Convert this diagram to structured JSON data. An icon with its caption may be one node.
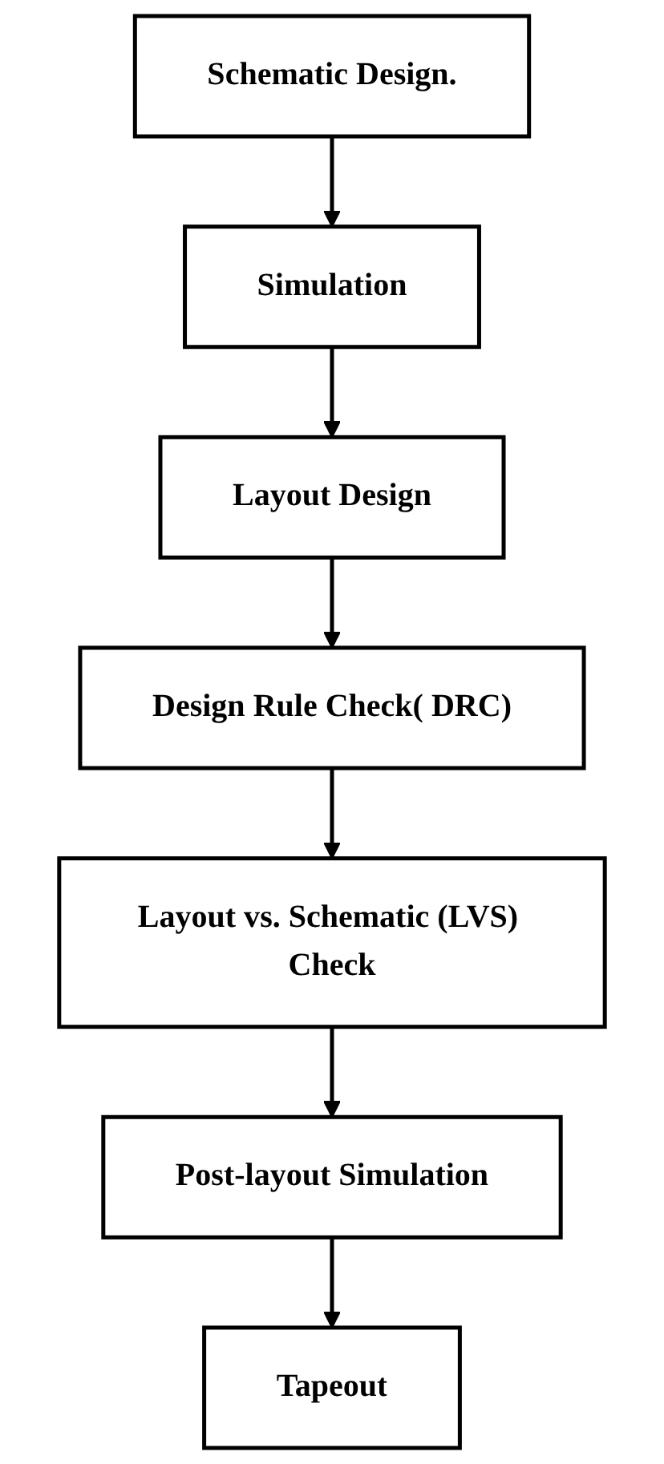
{
  "diagram": {
    "nodes": [
      {
        "text": [
          "Schematic Design."
        ]
      },
      {
        "text": [
          "Simulation"
        ]
      },
      {
        "text": [
          "Layout Design"
        ]
      },
      {
        "text": [
          "Design Rule Check( DRC)"
        ]
      },
      {
        "text": [
          "Layout vs. Schematic (LVS) Check"
        ]
      },
      {
        "text": [
          "Post-layout Simulation"
        ]
      },
      {
        "text": [
          "Tapeout"
        ]
      }
    ],
    "edges": [
      {
        "from": 0,
        "to": 1,
        "arrow": "to"
      },
      {
        "from": 1,
        "to": 2,
        "arrow": "to"
      },
      {
        "from": 2,
        "to": 3,
        "arrow": "to"
      },
      {
        "from": 3,
        "to": 4,
        "arrow": "to"
      },
      {
        "from": 4,
        "to": 5,
        "arrow": "to"
      },
      {
        "from": 5,
        "to": 6,
        "arrow": "to"
      }
    ]
  }
}
